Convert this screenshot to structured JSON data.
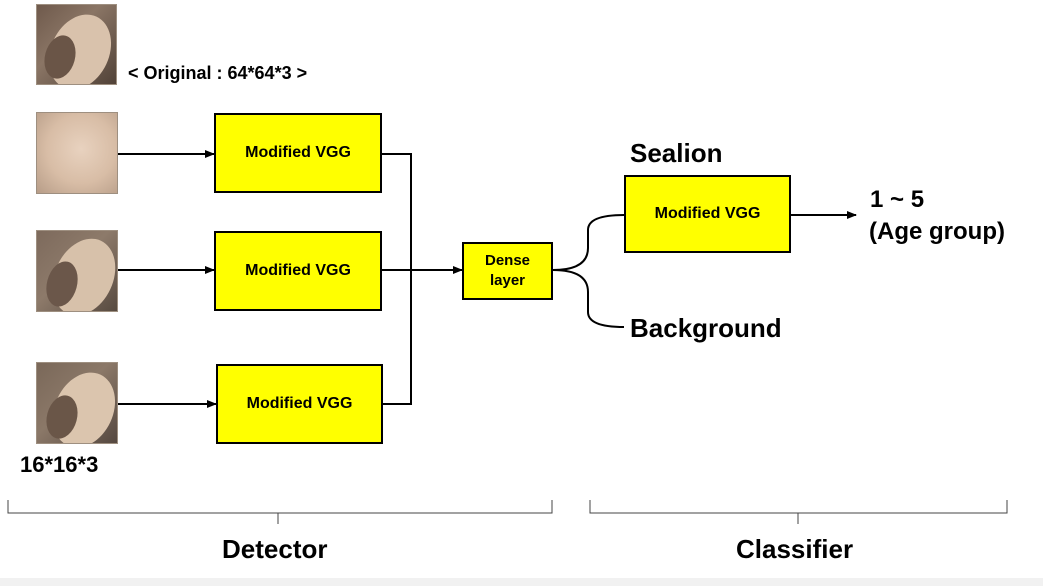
{
  "original_label": "< Original : 64*64*3 >",
  "patch_label": "16*16*3",
  "detector_boxes": [
    "Modified VGG",
    "Modified VGG",
    "Modified VGG"
  ],
  "dense_layer": "Dense\nlayer",
  "classifier_box": "Modified VGG",
  "sealion_label": "Sealion",
  "background_label": "Background",
  "output_range": "1 ~ 5",
  "output_desc": "(Age group)",
  "detector_label": "Detector",
  "classifier_label": "Classifier",
  "colors": {
    "box_fill": "#ffff00",
    "box_border": "#000000",
    "line": "#000000"
  }
}
